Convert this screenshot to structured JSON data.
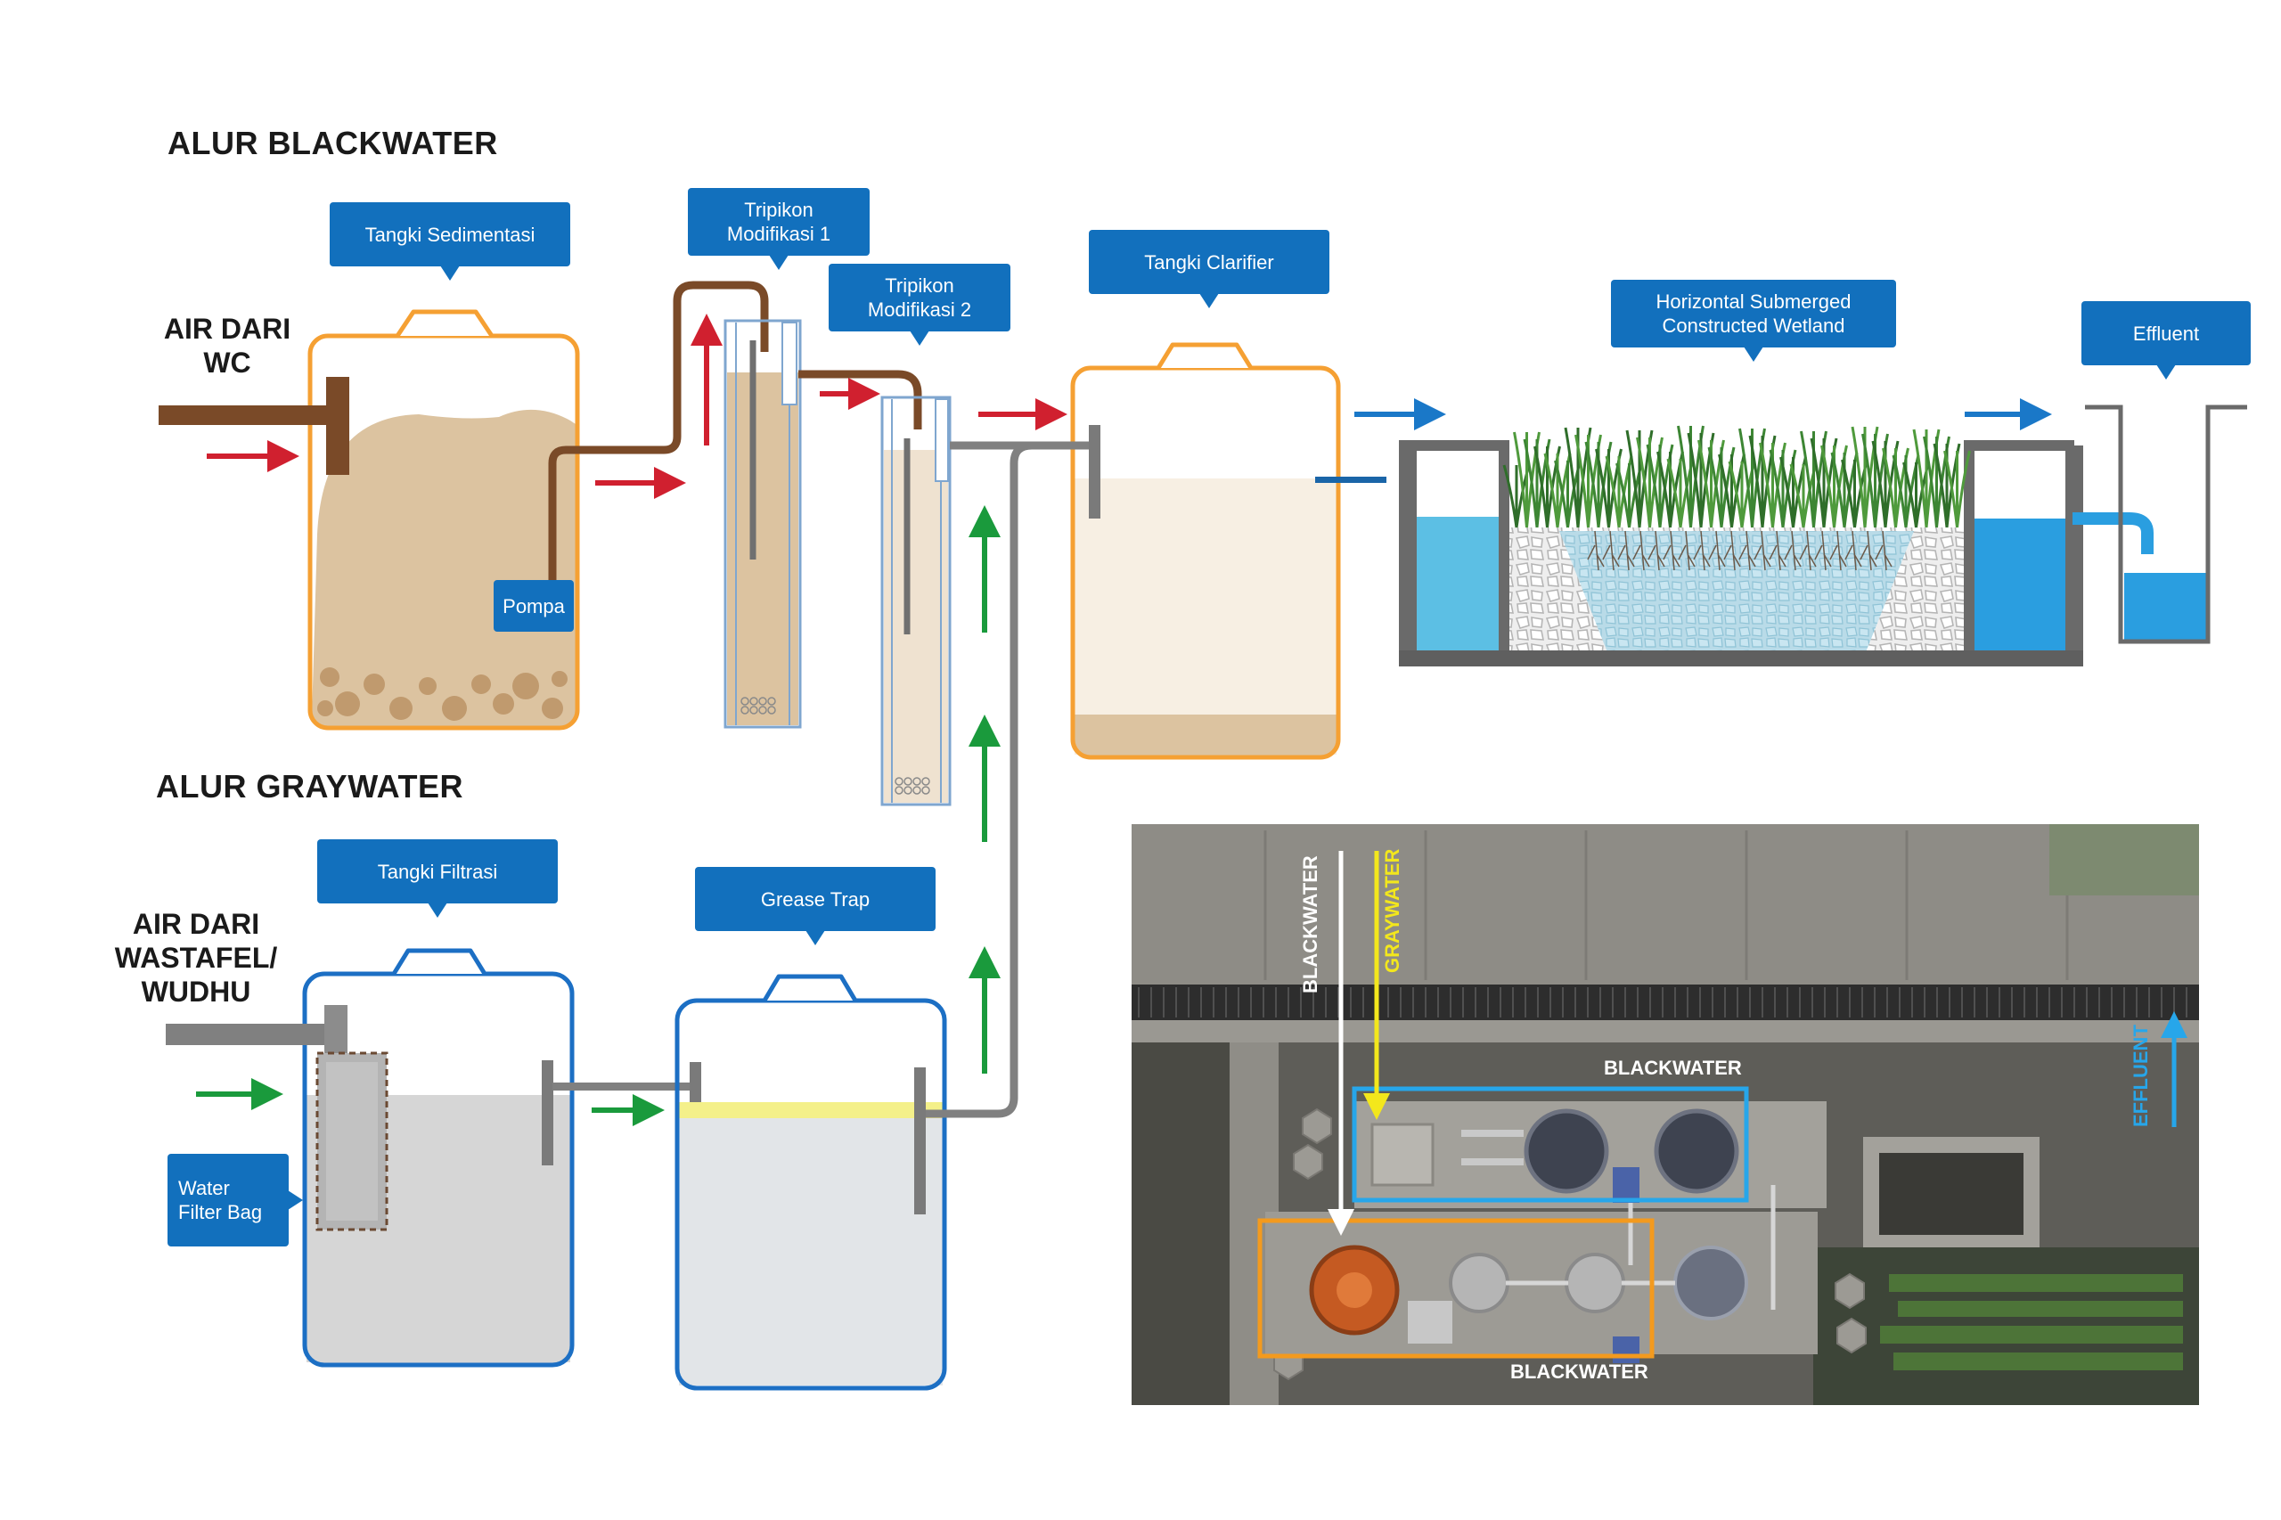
{
  "headings": {
    "blackwater": "ALUR BLACKWATER",
    "graywater": "ALUR GRAYWATER"
  },
  "sources": {
    "wc_line1": "AIR DARI",
    "wc_line2": "WC",
    "wastafel_line1": "AIR DARI",
    "wastafel_line2": "WASTAFEL/",
    "wastafel_line3": "WUDHU"
  },
  "callouts": {
    "tangki_sedimentasi": "Tangki Sedimentasi",
    "tripikon_1_line1": "Tripikon",
    "tripikon_1_line2": "Modifikasi 1",
    "tripikon_2_line1": "Tripikon",
    "tripikon_2_line2": "Modifikasi 2",
    "tangki_clarifier": "Tangki Clarifier",
    "wetland_line1": "Horizontal Submerged",
    "wetland_line2": "Constructed Wetland",
    "effluent": "Effluent",
    "pompa": "Pompa",
    "tangki_filtrasi": "Tangki Filtrasi",
    "grease_trap": "Grease Trap",
    "filter_bag_line1": "Water",
    "filter_bag_line2": "Filter Bag"
  },
  "photo_labels": {
    "blackwater_vertical": "BLACKWATER",
    "graywater_vertical": "GRAYWATER",
    "blackwater_top_box": "BLACKWATER",
    "blackwater_bottom_box": "BLACKWATER",
    "effluent_vertical": "EFFLUENT"
  },
  "colors": {
    "callout_blue": "#1270bd",
    "black_tank_outline": "#f5a033",
    "gray_tank_outline": "#1c6fc4",
    "sludge": "#dcc3a0",
    "brown_pipe": "#7a4a28",
    "red_arrow": "#d0202f",
    "green_arrow": "#1a9a3c",
    "blue_arrow": "#1a78c8",
    "graywater_fill": "#d6d6d6",
    "grease_layer": "#f4f08a",
    "water_blue": "#44b4e6",
    "photo_yellow": "#f3e71c",
    "photo_blue": "#27a6ea",
    "photo_orange": "#f39a1e"
  }
}
